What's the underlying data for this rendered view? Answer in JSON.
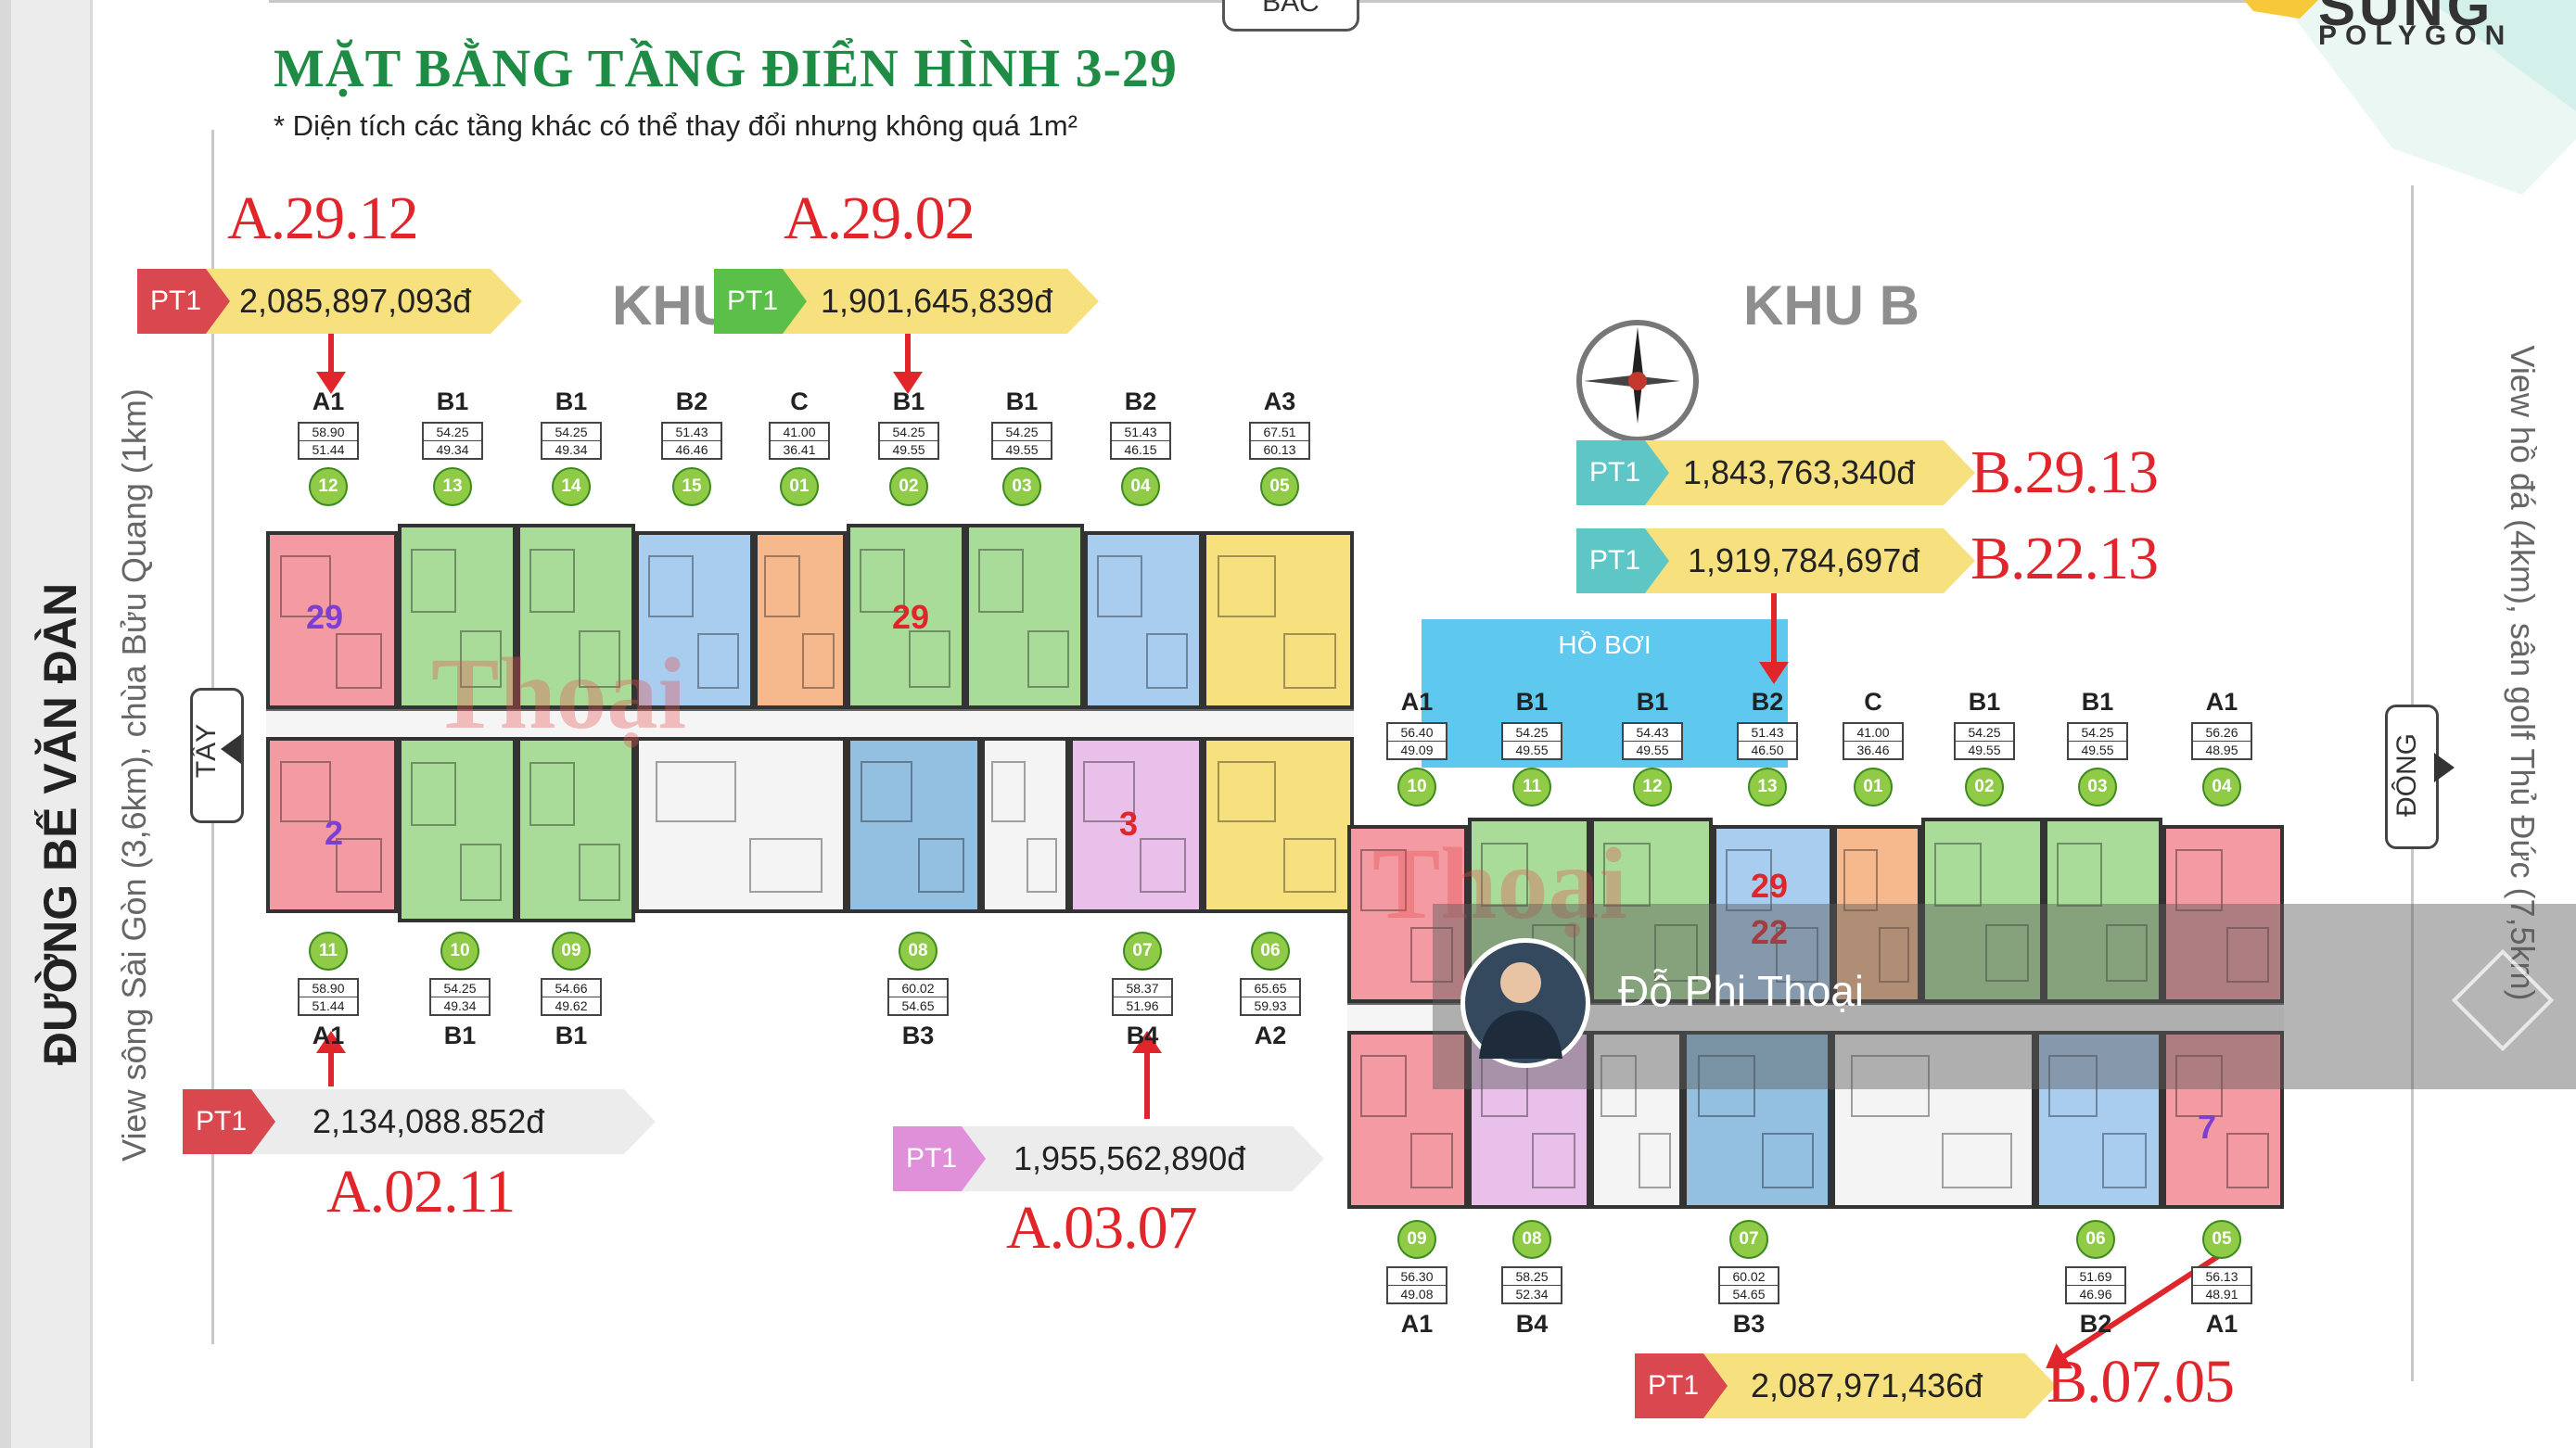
{
  "header": {
    "north_label": "BẮC",
    "title": "MẶT BẰNG TẦNG ĐIỂN HÌNH 3-29",
    "subtitle": "* Diện tích các tầng khác có thể thay đổi nhưng không quá 1m²"
  },
  "logo": {
    "top": "SUNG",
    "text": "POLYGON"
  },
  "side": {
    "road": "ĐƯỜNG BẾ VĂN ĐÀN",
    "view_west": "View sông Sài Gòn (3,6km), chùa Bửu Quang (1km)",
    "view_east": "View hồ đá (4km), sân golf Thủ Đức (7,5km)",
    "dir_west": "TÂY",
    "dir_east": "ĐÔNG"
  },
  "zones": {
    "a": "KHU",
    "b": "KHU B"
  },
  "pool": {
    "label": "HỒ BƠI"
  },
  "watermark": "Thoại",
  "agent": {
    "name": "Đỗ Phi Thoại"
  },
  "tags": [
    {
      "code": "A.29.12",
      "pt": "PT1",
      "price": "2,085,897,093đ"
    },
    {
      "code": "A.29.02",
      "pt": "PT1",
      "price": "1,901,645,839đ"
    },
    {
      "code": "B.29.13",
      "pt": "PT1",
      "price": "1,843,763,340đ"
    },
    {
      "code": "B.22.13",
      "pt": "PT1",
      "price": "1,919,784,697đ"
    },
    {
      "code": "A.02.11",
      "pt": "PT1",
      "price": "2,134,088.852đ"
    },
    {
      "code": "A.03.07",
      "pt": "PT1",
      "price": "1,955,562,890đ"
    },
    {
      "code": "B.07.05",
      "pt": "PT1",
      "price": "2,087,971,436đ"
    }
  ],
  "floor_labels": {
    "a_top": "29",
    "a_left": "2",
    "a_mid": "3",
    "b_top": "29",
    "b_mid": "22",
    "b_right": "7"
  },
  "units_a_top": [
    {
      "type": "A1",
      "a1": "58.90",
      "a2": "51.44",
      "num": "12"
    },
    {
      "type": "B1",
      "a1": "54.25",
      "a2": "49.34",
      "num": "13"
    },
    {
      "type": "B1",
      "a1": "54.25",
      "a2": "49.34",
      "num": "14"
    },
    {
      "type": "B2",
      "a1": "51.43",
      "a2": "46.46",
      "num": "15"
    },
    {
      "type": "C",
      "a1": "41.00",
      "a2": "36.41",
      "num": "01"
    },
    {
      "type": "B1",
      "a1": "54.25",
      "a2": "49.55",
      "num": "02"
    },
    {
      "type": "B1",
      "a1": "54.25",
      "a2": "49.55",
      "num": "03"
    },
    {
      "type": "B2",
      "a1": "51.43",
      "a2": "46.15",
      "num": "04"
    },
    {
      "type": "A3",
      "a1": "67.51",
      "a2": "60.13",
      "num": "05"
    }
  ],
  "units_a_bottom": [
    {
      "type": "A1",
      "a1": "58.90",
      "a2": "51.44",
      "num": "11"
    },
    {
      "type": "B1",
      "a1": "54.25",
      "a2": "49.34",
      "num": "10"
    },
    {
      "type": "B1",
      "a1": "54.66",
      "a2": "49.62",
      "num": "09"
    },
    {
      "type": "B3",
      "a1": "60.02",
      "a2": "54.65",
      "num": "08"
    },
    {
      "type": "B4",
      "a1": "58.37",
      "a2": "51.96",
      "num": "07"
    },
    {
      "type": "A2",
      "a1": "65.65",
      "a2": "59.93",
      "num": "06"
    }
  ],
  "units_b_top": [
    {
      "type": "A1",
      "a1": "56.40",
      "a2": "49.09",
      "num": "10"
    },
    {
      "type": "B1",
      "a1": "54.25",
      "a2": "49.55",
      "num": "11"
    },
    {
      "type": "B1",
      "a1": "54.43",
      "a2": "49.55",
      "num": "12"
    },
    {
      "type": "B2",
      "a1": "51.43",
      "a2": "46.50",
      "num": "13"
    },
    {
      "type": "C",
      "a1": "41.00",
      "a2": "36.46",
      "num": "01"
    },
    {
      "type": "B1",
      "a1": "54.25",
      "a2": "49.55",
      "num": "02"
    },
    {
      "type": "B1",
      "a1": "54.25",
      "a2": "49.55",
      "num": "03"
    },
    {
      "type": "A1",
      "a1": "56.26",
      "a2": "48.95",
      "num": "04"
    }
  ],
  "units_b_bottom": [
    {
      "type": "A1",
      "a1": "56.30",
      "a2": "49.08",
      "num": "09"
    },
    {
      "type": "B4",
      "a1": "58.25",
      "a2": "52.34",
      "num": "08"
    },
    {
      "type": "B3",
      "a1": "60.02",
      "a2": "54.65",
      "num": "07"
    },
    {
      "type": "B2",
      "a1": "51.69",
      "a2": "46.96",
      "num": "06"
    },
    {
      "type": "A1",
      "a1": "56.13",
      "a2": "48.91",
      "num": "05"
    }
  ]
}
